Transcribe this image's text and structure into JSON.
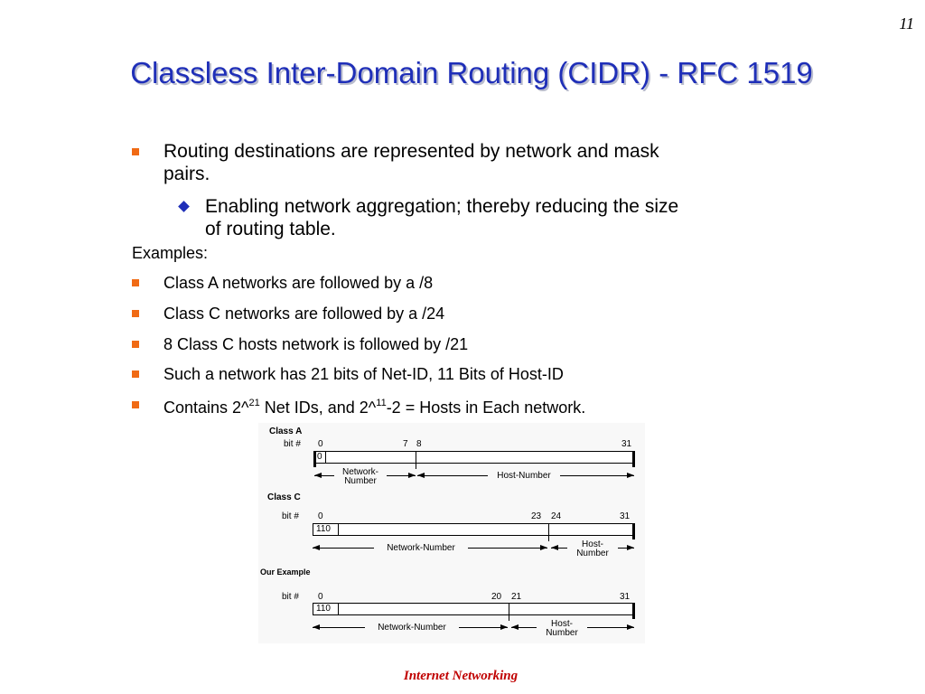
{
  "page_number": "11",
  "title": "Classless Inter-Domain Routing (CIDR) - RFC 1519",
  "bullet1": {
    "line1": "Routing destinations are represented by network and mask",
    "line2": "pairs."
  },
  "sub1": {
    "line1": "Enabling network aggregation; thereby reducing the size",
    "line2": "of routing table."
  },
  "examples_label": "Examples:",
  "items": [
    "Class A networks are followed by a /8",
    "Class C networks are followed by a /24",
    "8 Class C hosts network is followed by /21",
    "Such a network has 21 bits of Net-ID, 11 Bits of Host-ID"
  ],
  "last_item": {
    "a": "Contains 2^",
    "sup1": "21",
    "b": " Net IDs, and 2^",
    "sup2": "11",
    "c": "-2 = Hosts in Each network."
  },
  "diagram": {
    "class_a": {
      "title": "Class A",
      "bit_label": "bit #",
      "b0": "0",
      "b7": "7",
      "b8": "8",
      "b31": "31",
      "prefix": "0",
      "net1": "Network-",
      "net2": "Number",
      "host": "Host-Number"
    },
    "class_c": {
      "title": "Class C",
      "bit_label": "bit #",
      "b0": "0",
      "b23": "23",
      "b24": "24",
      "b31": "31",
      "prefix": "110",
      "net": "Network-Number",
      "host1": "Host-",
      "host2": "Number"
    },
    "example": {
      "title": "Our Example",
      "bit_label": "bit #",
      "b0": "0",
      "b20": "20",
      "b21": "21",
      "b31": "31",
      "prefix": "110",
      "net": "Network-Number",
      "host1": "Host-",
      "host2": "Number"
    }
  },
  "footer": "Internet  Networking",
  "colors": {
    "title": "#1f2fb8",
    "bullet": "#f06a14",
    "footer": "#c00000"
  }
}
